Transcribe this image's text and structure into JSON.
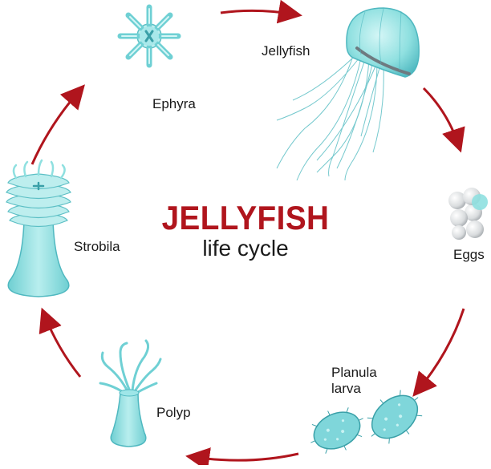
{
  "title": {
    "main": "JELLYFISH",
    "sub": "life cycle"
  },
  "stages": [
    {
      "id": "jellyfish",
      "label": "Jellyfish"
    },
    {
      "id": "eggs",
      "label": "Eggs"
    },
    {
      "id": "planula",
      "label": "Planula\nlarva"
    },
    {
      "id": "polyp",
      "label": "Polyp"
    },
    {
      "id": "strobila",
      "label": "Strobila"
    },
    {
      "id": "ephyra",
      "label": "Ephyra"
    }
  ],
  "colors": {
    "title": "#b0151d",
    "arrow": "#b0151d",
    "body": "#8fe0e0",
    "body_dark": "#4fb8c0",
    "body_light": "#c8f2f2",
    "egg": "#d9dcde"
  },
  "icons": [
    "jellyfish-icon",
    "eggs-icon",
    "planula-larva-icon",
    "polyp-icon",
    "strobila-icon",
    "ephyra-icon",
    "cycle-arrow-icon"
  ]
}
